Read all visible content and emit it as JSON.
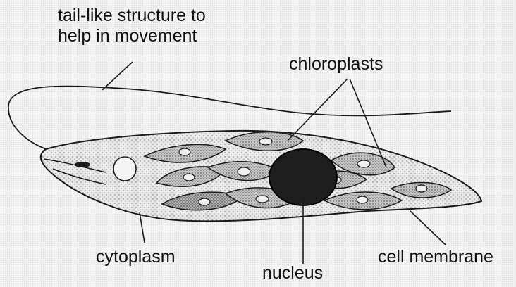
{
  "labels": {
    "tail_line1": "tail-like structure to",
    "tail_line2": "help in movement",
    "chloroplasts": "chloroplasts",
    "cytoplasm": "cytoplasm",
    "nucleus": "nucleus",
    "cell_membrane": "cell membrane"
  },
  "colors": {
    "outline": "#1a1a1a",
    "nucleus_fill": "#1e1e1e",
    "chloroplast_fill": "#a8a8a8",
    "cytoplasm_fill": "#e4e4e4"
  }
}
